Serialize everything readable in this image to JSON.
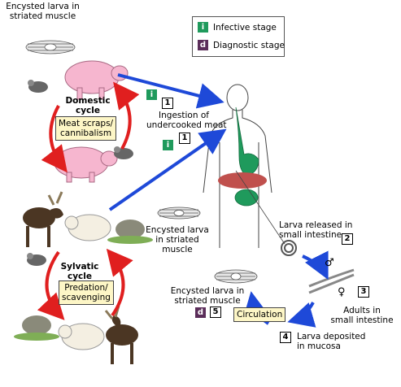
{
  "legend": {
    "infective_badge": "i",
    "infective_label": "Infective stage",
    "diagnostic_badge": "d",
    "diagnostic_label": "Diagnostic stage"
  },
  "labels": {
    "encysted_top": [
      "Encysted larva in",
      "striated muscle"
    ],
    "domestic_cycle": [
      "Domestic",
      "cycle"
    ],
    "meat_scraps": [
      "Meat scraps/",
      "cannibalism"
    ],
    "ingestion": [
      "Ingestion of",
      "undercooked meat"
    ],
    "sylvatic_cycle": [
      "Sylvatic",
      "cycle"
    ],
    "predation": [
      "Predation/",
      "scavenging"
    ],
    "encysted_middle": [
      "Encysted larva",
      "in striated",
      "muscle"
    ],
    "larva_released": [
      "Larva released in",
      "small intestine"
    ],
    "adults": [
      "Adults in",
      "small intestine"
    ],
    "larva_deposited": [
      "Larva deposited",
      "in mucosa"
    ],
    "encysted_bottom": [
      "Encysted larva in",
      "striated muscle"
    ],
    "circulation": "Circulation"
  },
  "stage_numbers": {
    "ingestion_a": "1",
    "ingestion_b": "1",
    "released": "2",
    "adults": "3",
    "deposited": "4",
    "encysted": "5"
  },
  "badges": {
    "infective": "i",
    "diagnostic": "d"
  },
  "symbols": {
    "male": "♂",
    "female": "♀"
  },
  "colors": {
    "infective": "#1f9a5c",
    "diagnostic": "#5b2e5a",
    "arrow_blue": "#1e49d8",
    "arrow_red": "#e01f1f",
    "pig": "#f6b6cf",
    "label_box": "#fdf6c6"
  }
}
